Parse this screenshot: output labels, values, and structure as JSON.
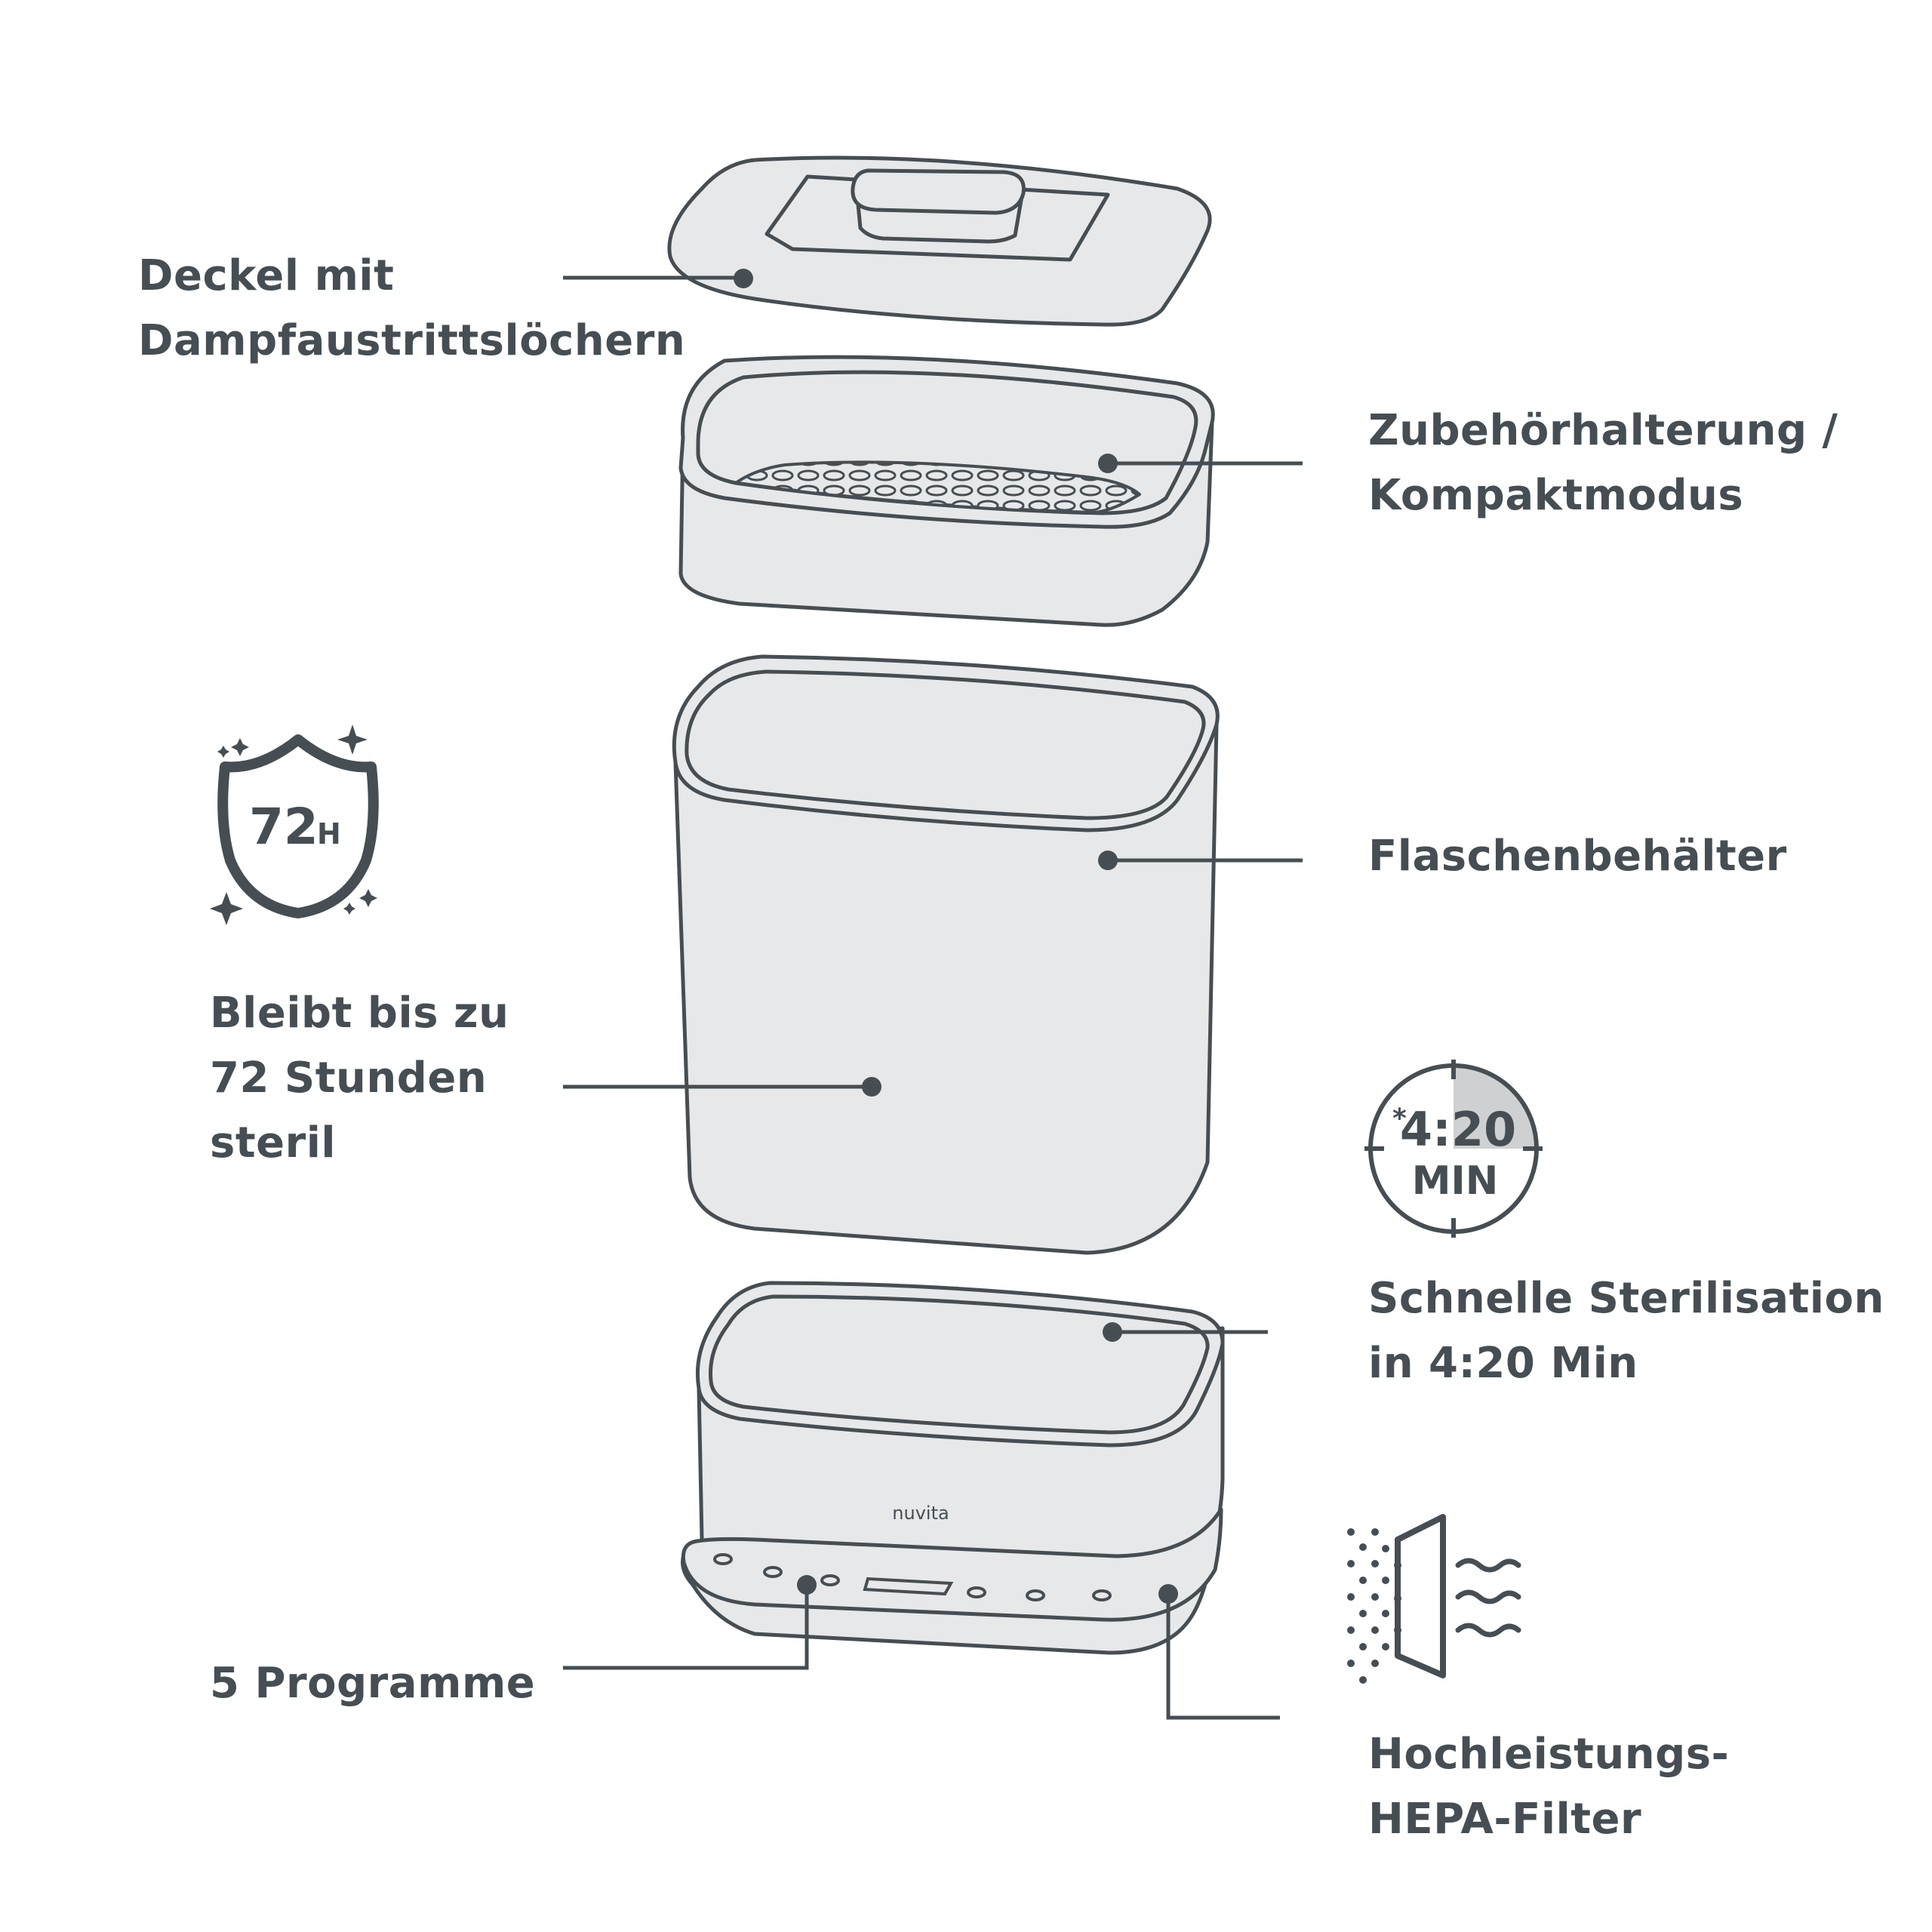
{
  "colors": {
    "ink": "#464e53",
    "fill": "#e7e8e9",
    "accent": "#cfd0d1",
    "background": "#ffffff"
  },
  "brand": "nuvita",
  "badge72": {
    "number": "72",
    "unit": "H",
    "icon": "shield-icon"
  },
  "timer": {
    "asterisk": "*",
    "time": "4:20",
    "unit": "MIN",
    "icon": "timer-icon"
  },
  "labels": {
    "lid": {
      "line1": "Deckel mit",
      "line2": "Dampfaustrittslöchern"
    },
    "accessory": {
      "line1": "Zubehörhalterung /",
      "line2": "Kompaktmodus"
    },
    "bottle_container": {
      "line1": "Flaschenbehälter"
    },
    "sterile": {
      "line1": "Bleibt bis zu",
      "line2": "72 Stunden",
      "line3": "steril"
    },
    "fast": {
      "line1": "Schnelle Sterilisation",
      "line2": "in 4:20 Min"
    },
    "programs": {
      "line1": "5 Programme"
    },
    "hepa": {
      "line1": "Hochleistungs-",
      "line2": "HEPA-Filter"
    }
  }
}
